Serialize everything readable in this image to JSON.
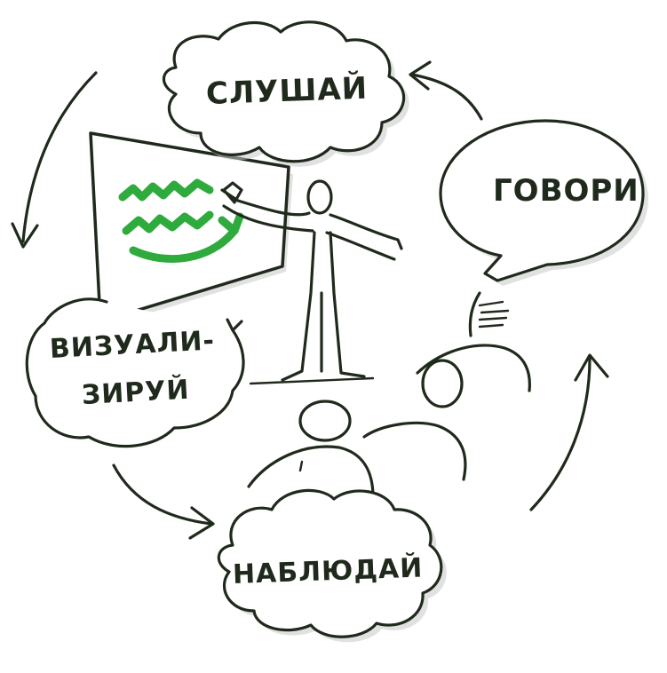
{
  "labels": {
    "listen": "СЛУШАЙ",
    "speak": "ГОВОРИ",
    "visualize_line1": "ВИЗУАЛИ-",
    "visualize_line2": "ЗИРУЙ",
    "observe": "НАБЛЮДАЙ"
  },
  "colors": {
    "ink": "#1f2a1c",
    "accent_green": "#2faa3c",
    "background": "#ffffff"
  }
}
